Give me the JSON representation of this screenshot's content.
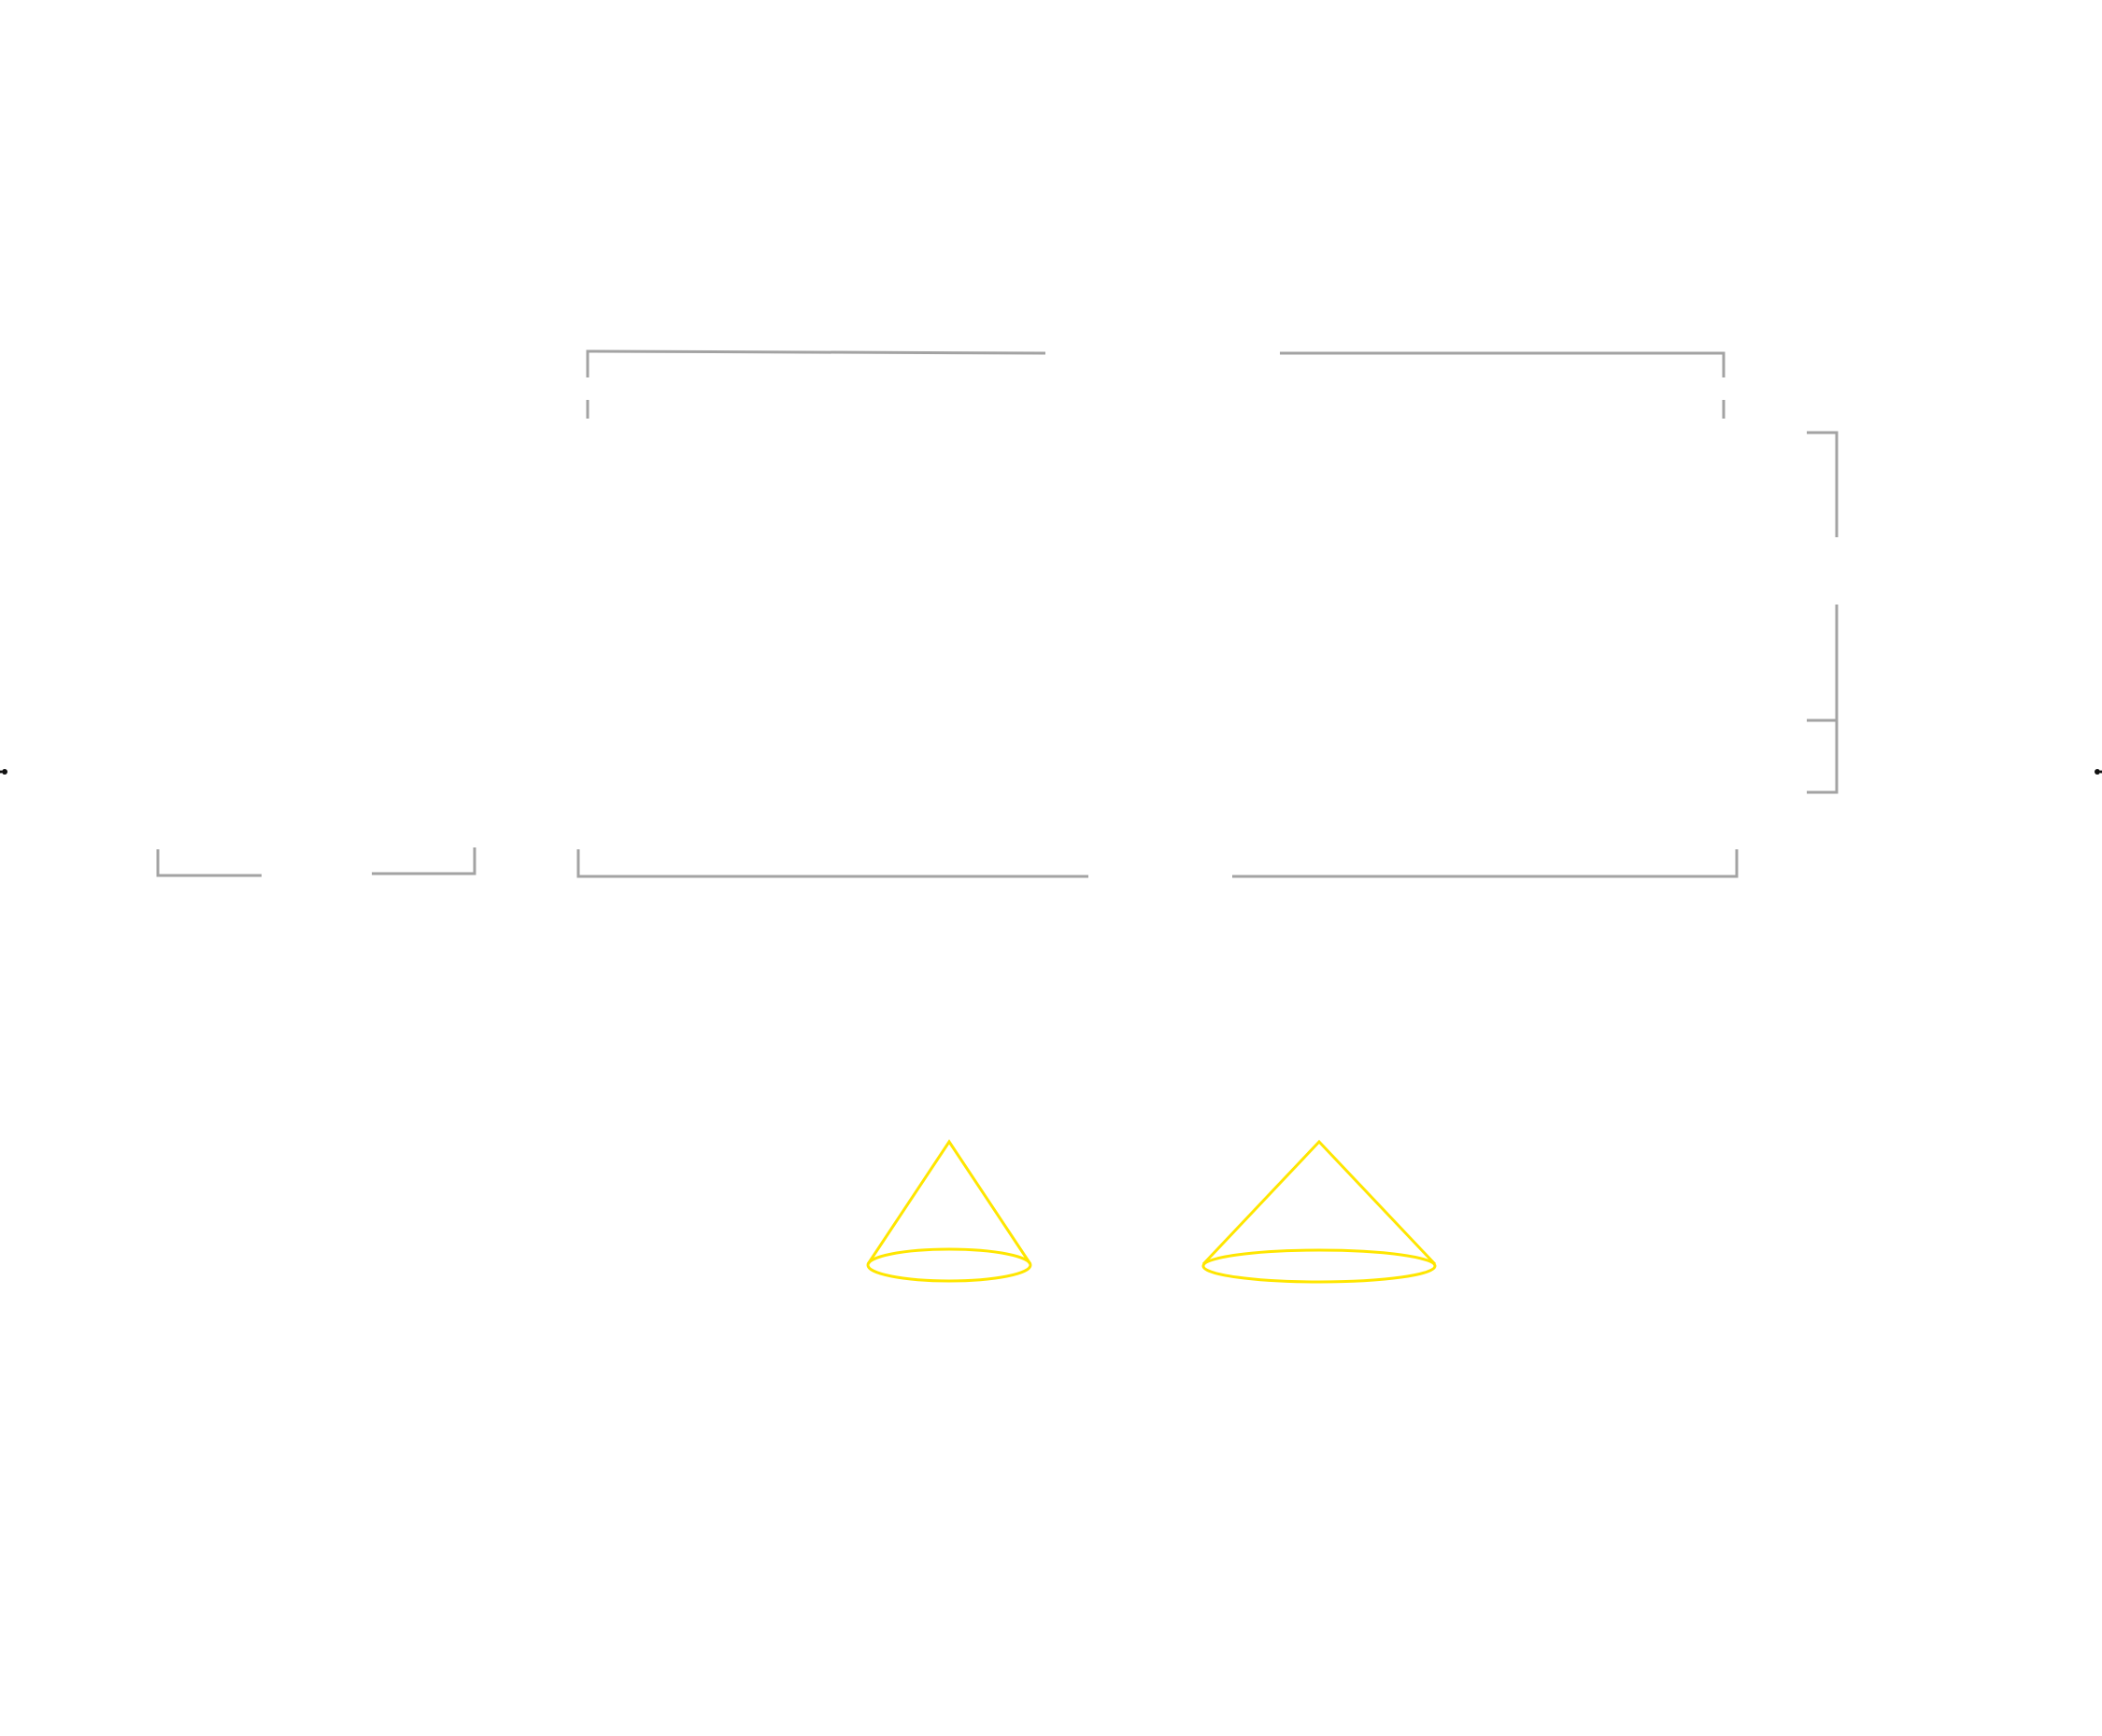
{
  "colors": {
    "background": "#ffffff",
    "wall_stroke": "#a3a3a3",
    "fixture_stroke": "#ffe600",
    "node_fill": "#111111"
  },
  "elements": {
    "walls": [
      "upper-left-bracket",
      "upper-right-bracket",
      "right-bracket-upper",
      "right-bracket-lower",
      "lower-left-small-bracket",
      "lower-main-bracket"
    ],
    "fixtures": [
      "cone-left",
      "cone-right"
    ],
    "nodes": [
      "node-left",
      "node-right"
    ]
  }
}
